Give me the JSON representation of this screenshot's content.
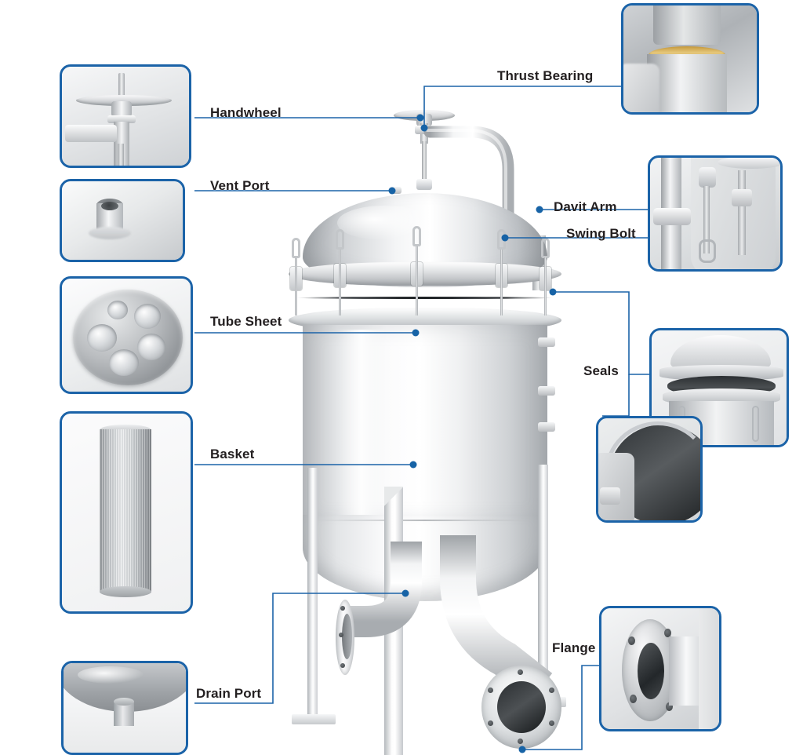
{
  "diagram": {
    "title": "Industrial Multi-Bag Filter Vessel Component Callout Diagram",
    "subject": "multi-bag filter housing",
    "background_color": "#ffffff",
    "accent_color": "#1B63A8",
    "label_color": "#231f20",
    "dot_color": "#1763a6"
  },
  "labels": [
    {
      "id": "handwheel",
      "text": "Handwheel"
    },
    {
      "id": "vent-port",
      "text": "Vent Port"
    },
    {
      "id": "tube-sheet",
      "text": "Tube Sheet"
    },
    {
      "id": "basket",
      "text": "Basket"
    },
    {
      "id": "drain-port",
      "text": "Drain Port"
    },
    {
      "id": "thrust-bearing",
      "text": "Thrust Bearing"
    },
    {
      "id": "davit-arm",
      "text": "Davit Arm"
    },
    {
      "id": "swing-bolt",
      "text": "Swing Bolt"
    },
    {
      "id": "seals",
      "text": "Seals"
    },
    {
      "id": "flange",
      "text": "Flange"
    }
  ],
  "callouts": [
    {
      "id": "handwheel",
      "caption": "Handwheel",
      "photo": "handwheel-valve-stem"
    },
    {
      "id": "vent-port",
      "caption": "Vent Port",
      "photo": "vent-port-boss-on-dome"
    },
    {
      "id": "tube-sheet",
      "caption": "Tube Sheet",
      "photo": "perforated-tube-sheet-plate"
    },
    {
      "id": "basket",
      "caption": "Basket",
      "photo": "perforated-filter-basket"
    },
    {
      "id": "drain-port",
      "caption": "Drain Port",
      "photo": "drain-port-nozzle-on-cone"
    },
    {
      "id": "thrust-bearing",
      "caption": "Thrust Bearing",
      "photo": "thrust-bearing-bronze-ring"
    },
    {
      "id": "davit-arm",
      "caption": "Davit Arm",
      "photo": "davit-arm-post-and-swing-bolts"
    },
    {
      "id": "seals-lid",
      "caption": "Seals",
      "photo": "open-lid-showing-gasket-seat"
    },
    {
      "id": "seals-gasket",
      "caption": "Seals",
      "photo": "black-o-ring-gasket-closeup"
    },
    {
      "id": "flange",
      "caption": "Flange",
      "photo": "raised-face-pipe-flange"
    }
  ],
  "vessel": {
    "name": "multi-bag filter vessel",
    "parts": [
      "handwheel",
      "valve-stem",
      "thrust-bearing",
      "davit-arm",
      "dome-lid",
      "vent-port",
      "swing-bolt-ring",
      "tube-sheet-flange",
      "vessel-body",
      "side-nozzles",
      "support-legs",
      "base-plates",
      "inlet-pipe",
      "outlet-pipe",
      "pipe-flanges",
      "drain-port"
    ]
  }
}
